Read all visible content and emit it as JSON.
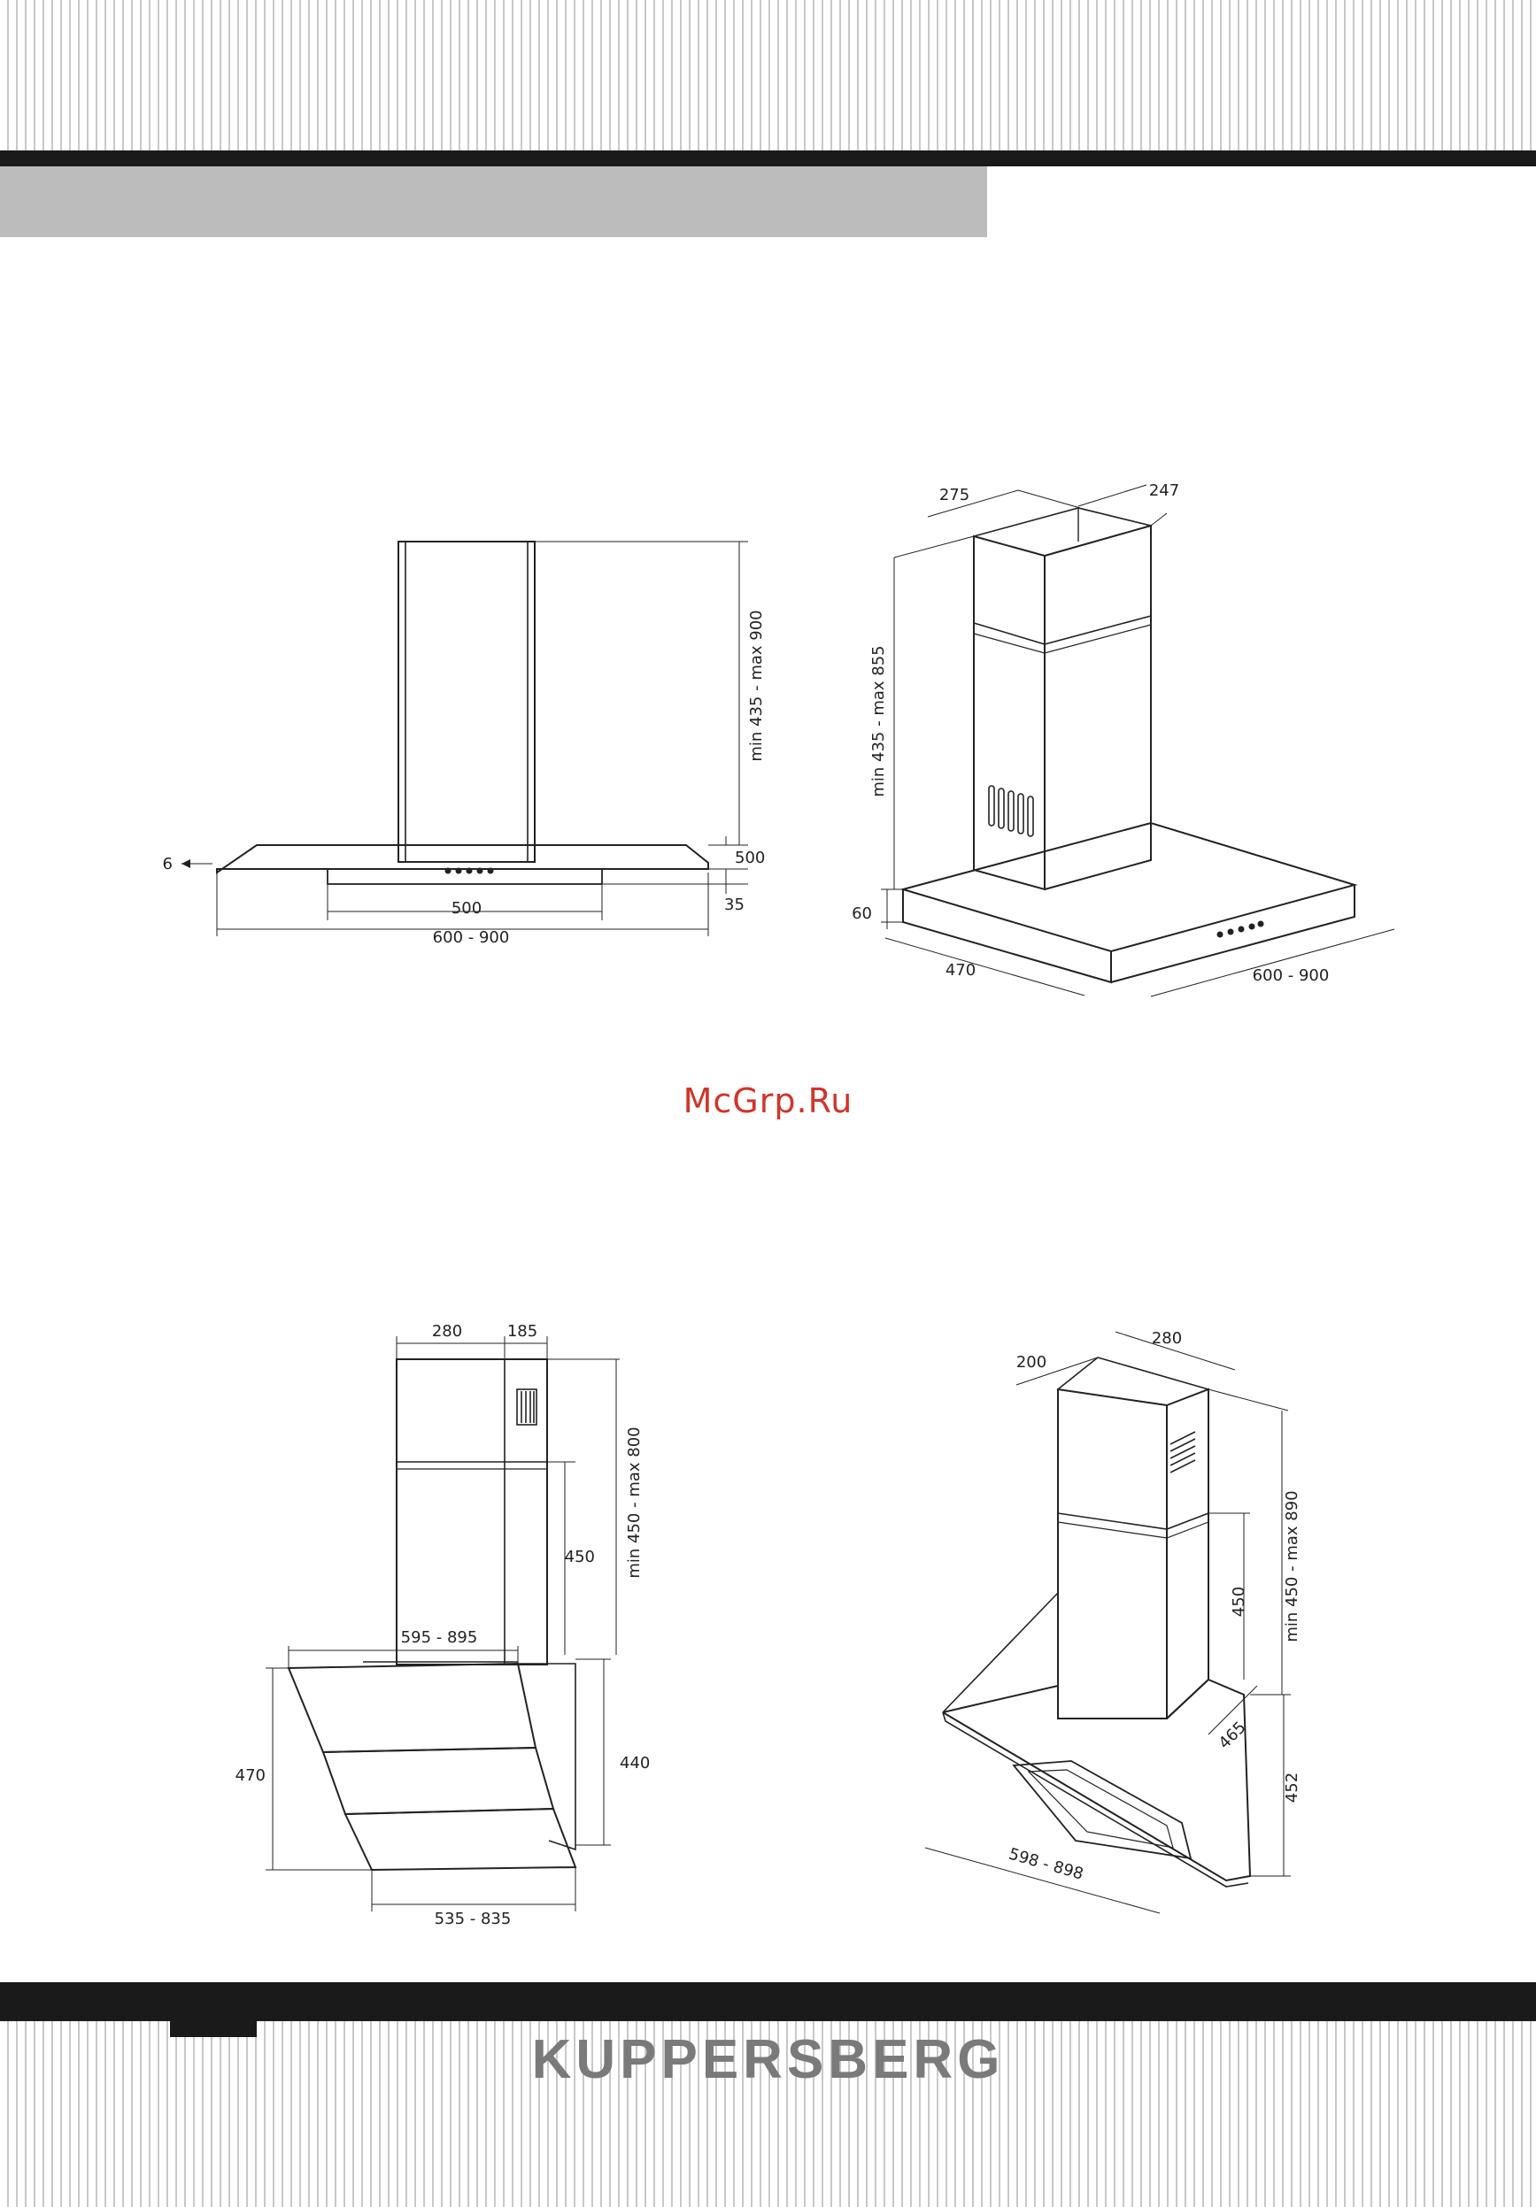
{
  "brand": {
    "name": "KUPPERSBERG"
  },
  "watermark": {
    "text": "McGrp.Ru"
  },
  "diagram_1": {
    "width": "600 - 900",
    "hood_length": "500",
    "height_range": "min 435 - max 900",
    "side_left": "6",
    "side_right": "500",
    "depth": "35"
  },
  "diagram_2": {
    "chimney_a": "275",
    "chimney_b": "247",
    "height_range": "min 435 - max 855",
    "base_height": "60",
    "depth": "470",
    "width": "600 - 900"
  },
  "diagram_3": {
    "chimney_width": "280",
    "chimney_depth": "185",
    "height_range": "min 450 - max 800",
    "inner_height": "450",
    "top_width": "595 - 895",
    "total_height": "470",
    "panel_height": "440",
    "bottom_width": "535 - 835"
  },
  "diagram_4": {
    "chimney_depth": "200",
    "chimney_width": "280",
    "height_range": "min 450 - max 890",
    "inner_height": "450",
    "panel_depth": "465",
    "panel_height": "452",
    "width": "598 - 898"
  }
}
